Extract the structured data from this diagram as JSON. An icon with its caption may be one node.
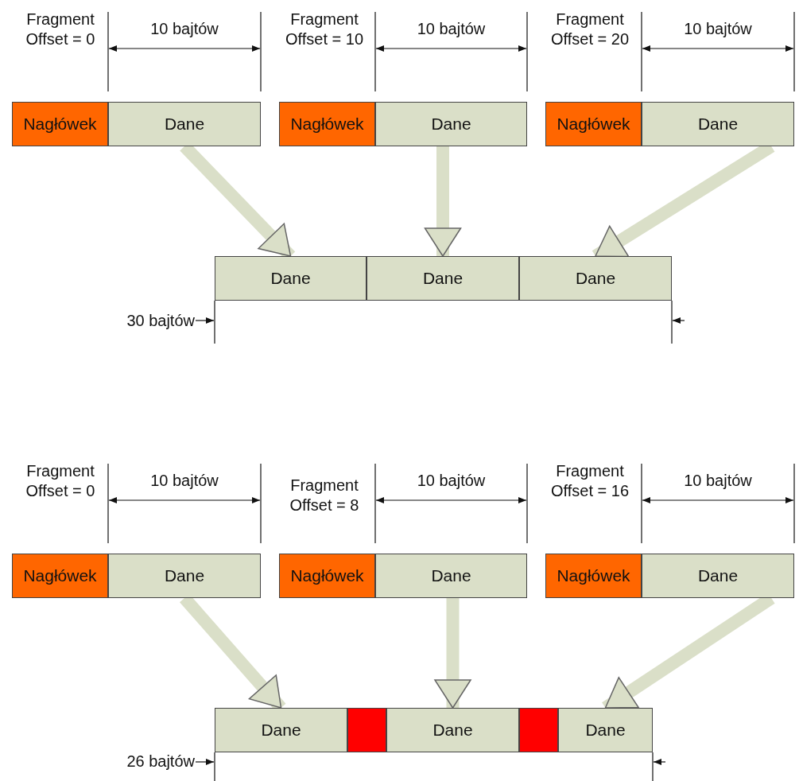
{
  "diagram": {
    "nodes": [
      {
        "text": [
          "Nagłówek"
        ]
      },
      {
        "text": [
          "Dane"
        ]
      },
      {
        "text": [
          "Nagłówek"
        ]
      },
      {
        "text": [
          "Dane"
        ]
      },
      {
        "text": [
          "Nagłówek"
        ]
      },
      {
        "text": [
          "Dane"
        ]
      },
      {
        "text": [
          "Dane"
        ]
      },
      {
        "text": [
          "Dane"
        ]
      },
      {
        "text": [
          "Dane"
        ]
      },
      {
        "text": [
          "Nagłówek"
        ]
      },
      {
        "text": [
          "Dane"
        ]
      },
      {
        "text": [
          "Nagłówek"
        ]
      },
      {
        "text": [
          "Dane"
        ]
      },
      {
        "text": [
          "Nagłówek"
        ]
      },
      {
        "text": [
          "Dane"
        ]
      },
      {
        "text": [
          "Dane"
        ]
      },
      {
        "text": [],
        "shape": "box"
      },
      {
        "text": [
          "Dane"
        ]
      },
      {
        "text": [],
        "shape": "box"
      },
      {
        "text": [
          "Dane"
        ]
      }
    ],
    "edges": [
      {
        "from": 1,
        "to": 6,
        "arrow": "to"
      },
      {
        "from": 3,
        "to": 7,
        "arrow": "to"
      },
      {
        "from": 5,
        "to": 8,
        "arrow": "to"
      },
      {
        "from": 10,
        "to": 15,
        "arrow": "to"
      },
      {
        "from": 12,
        "to": 17,
        "arrow": "to"
      },
      {
        "from": 14,
        "to": 19,
        "arrow": "to"
      }
    ],
    "labels": [
      "Fragment Offset = 0",
      "10 bajtów",
      "Fragment Offset = 10",
      "10 bajtów",
      "Fragment Offset = 20",
      "10 bajtów",
      "30 bajtów",
      "Fragment Offset = 0",
      "10 bajtów",
      "Fragment Offset = 8",
      "10 bajtów",
      "Fragment Offset = 16",
      "10 bajtów",
      "26 bajtów"
    ]
  }
}
